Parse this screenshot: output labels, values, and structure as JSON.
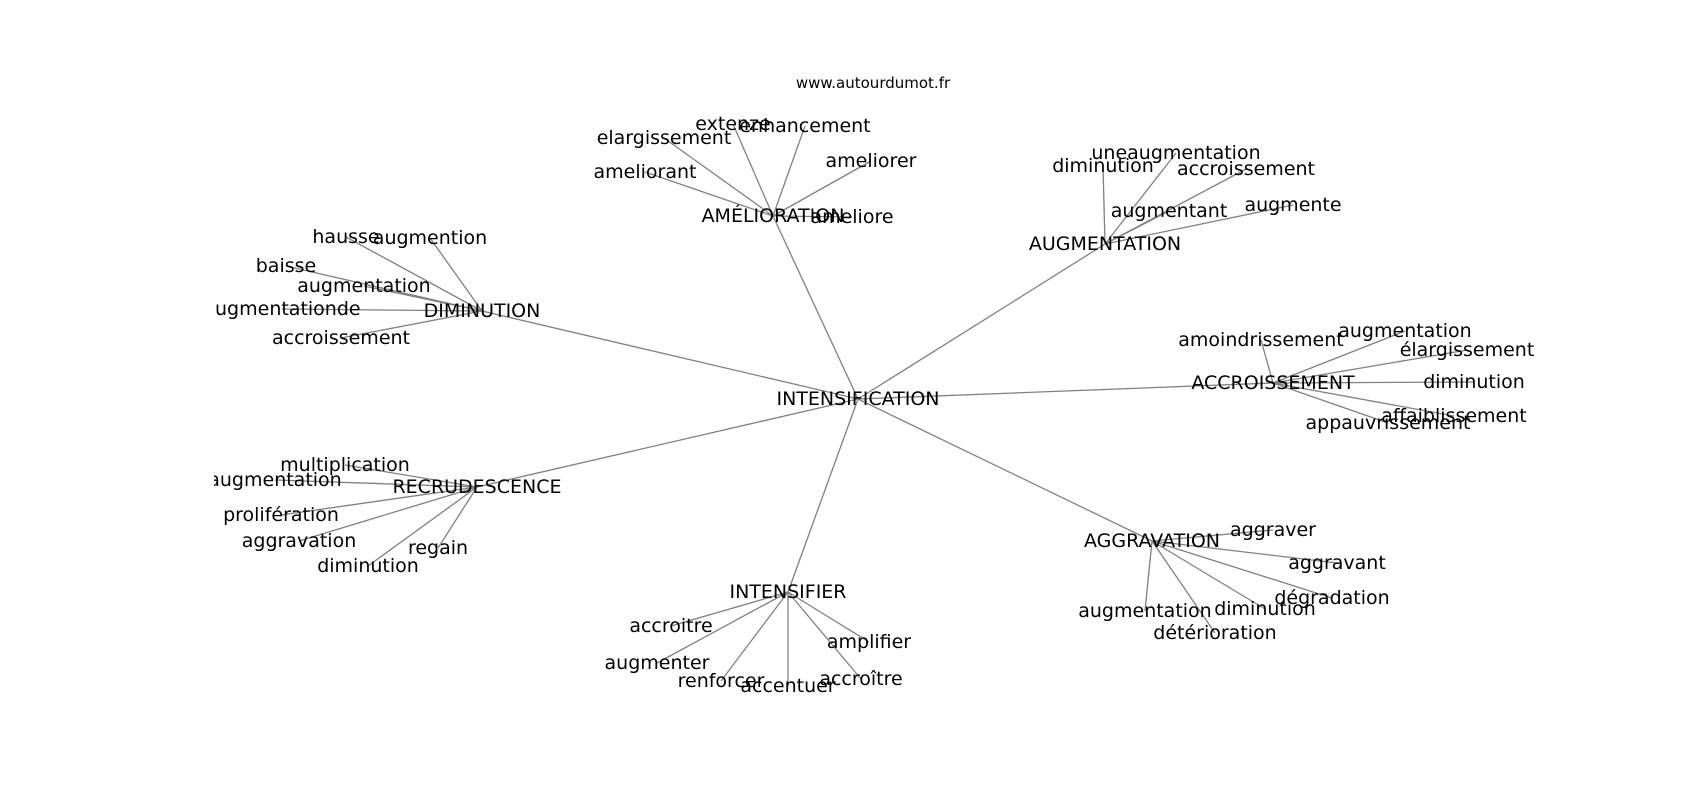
{
  "source": "www.autourdumot.fr",
  "root": "INTENSIFICATION",
  "hubs": [
    {
      "id": "amelioration",
      "label": "AMÉLIORATION",
      "leaves": [
        "extenze",
        "enhancement",
        "elargissement",
        "ameliorant",
        "ameliorer",
        "ameliore"
      ]
    },
    {
      "id": "augmentation",
      "label": "AUGMENTATION",
      "leaves": [
        "uneaugmentation",
        "diminution",
        "accroissement",
        "augmentant",
        "augmente"
      ]
    },
    {
      "id": "diminution",
      "label": "DIMINUTION",
      "leaves": [
        "hausse",
        "augmention",
        "baisse",
        "augmentation",
        "augmentationde",
        "accroissement"
      ]
    },
    {
      "id": "accroissement",
      "label": "ACCROISSEMENT",
      "leaves": [
        "amoindrissement",
        "augmentation",
        "élargissement",
        "diminution",
        "affaiblissement",
        "appauvrissement"
      ]
    },
    {
      "id": "recrudescence",
      "label": "RECRUDESCENCE",
      "leaves": [
        "multiplication",
        "augmentation",
        "prolifération",
        "aggravation",
        "regain",
        "diminution"
      ]
    },
    {
      "id": "aggravation",
      "label": "AGGRAVATION",
      "leaves": [
        "aggraver",
        "aggravant",
        "dégradation",
        "diminution",
        "augmentation",
        "détérioration"
      ]
    },
    {
      "id": "intensifier",
      "label": "INTENSIFIER",
      "leaves": [
        "accroitre",
        "augmenter",
        "renforcer",
        "accentuer",
        "accroître",
        "amplifier"
      ]
    }
  ]
}
